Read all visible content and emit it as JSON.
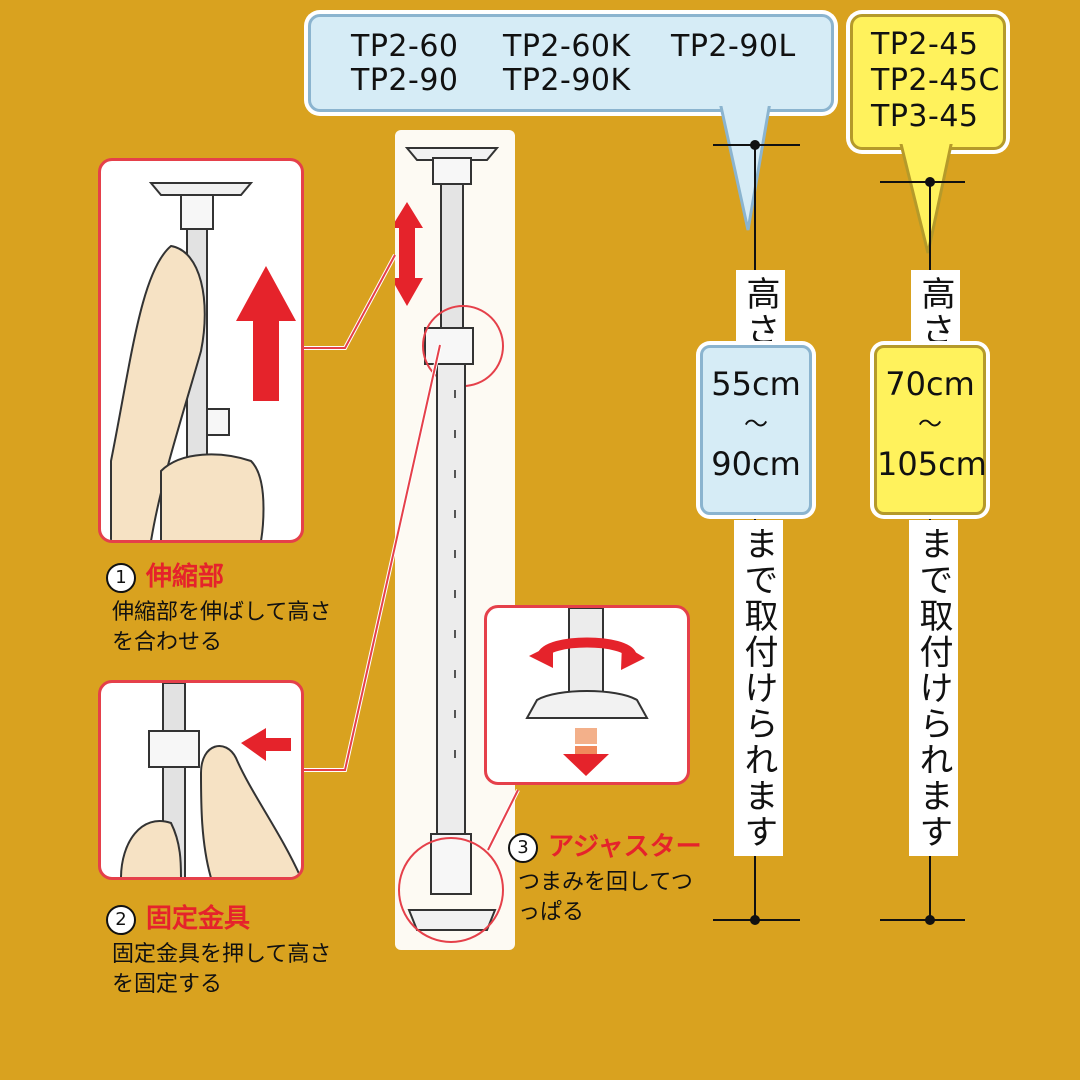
{
  "models_blue": [
    "TP2-60",
    "TP2-60K",
    "TP2-90L",
    "TP2-90",
    "TP2-90K"
  ],
  "models_yellow": [
    "TP2-45",
    "TP2-45C",
    "TP3-45"
  ],
  "step1": {
    "num": "1",
    "title": "伸縮部",
    "desc": "伸縮部を伸ばして高さを合わせる"
  },
  "step2": {
    "num": "2",
    "title": "固定金具",
    "desc": "固定金具を押して高さを固定する"
  },
  "step3": {
    "num": "3",
    "title": "アジャスター",
    "desc": "つまみを回してつっぱる"
  },
  "height_label": "高さ",
  "mount_label": "まで取付けられます",
  "range_blue": {
    "min": "55cm",
    "sep": "〜",
    "max": "90cm"
  },
  "range_yellow": {
    "min": "70cm",
    "sep": "〜",
    "max": "105cm"
  },
  "colors": {
    "background": "#D9A21F",
    "accent_red": "#E5232B",
    "blue_bubble": "#D6ECF6",
    "yellow_bubble": "#FFF25C"
  }
}
